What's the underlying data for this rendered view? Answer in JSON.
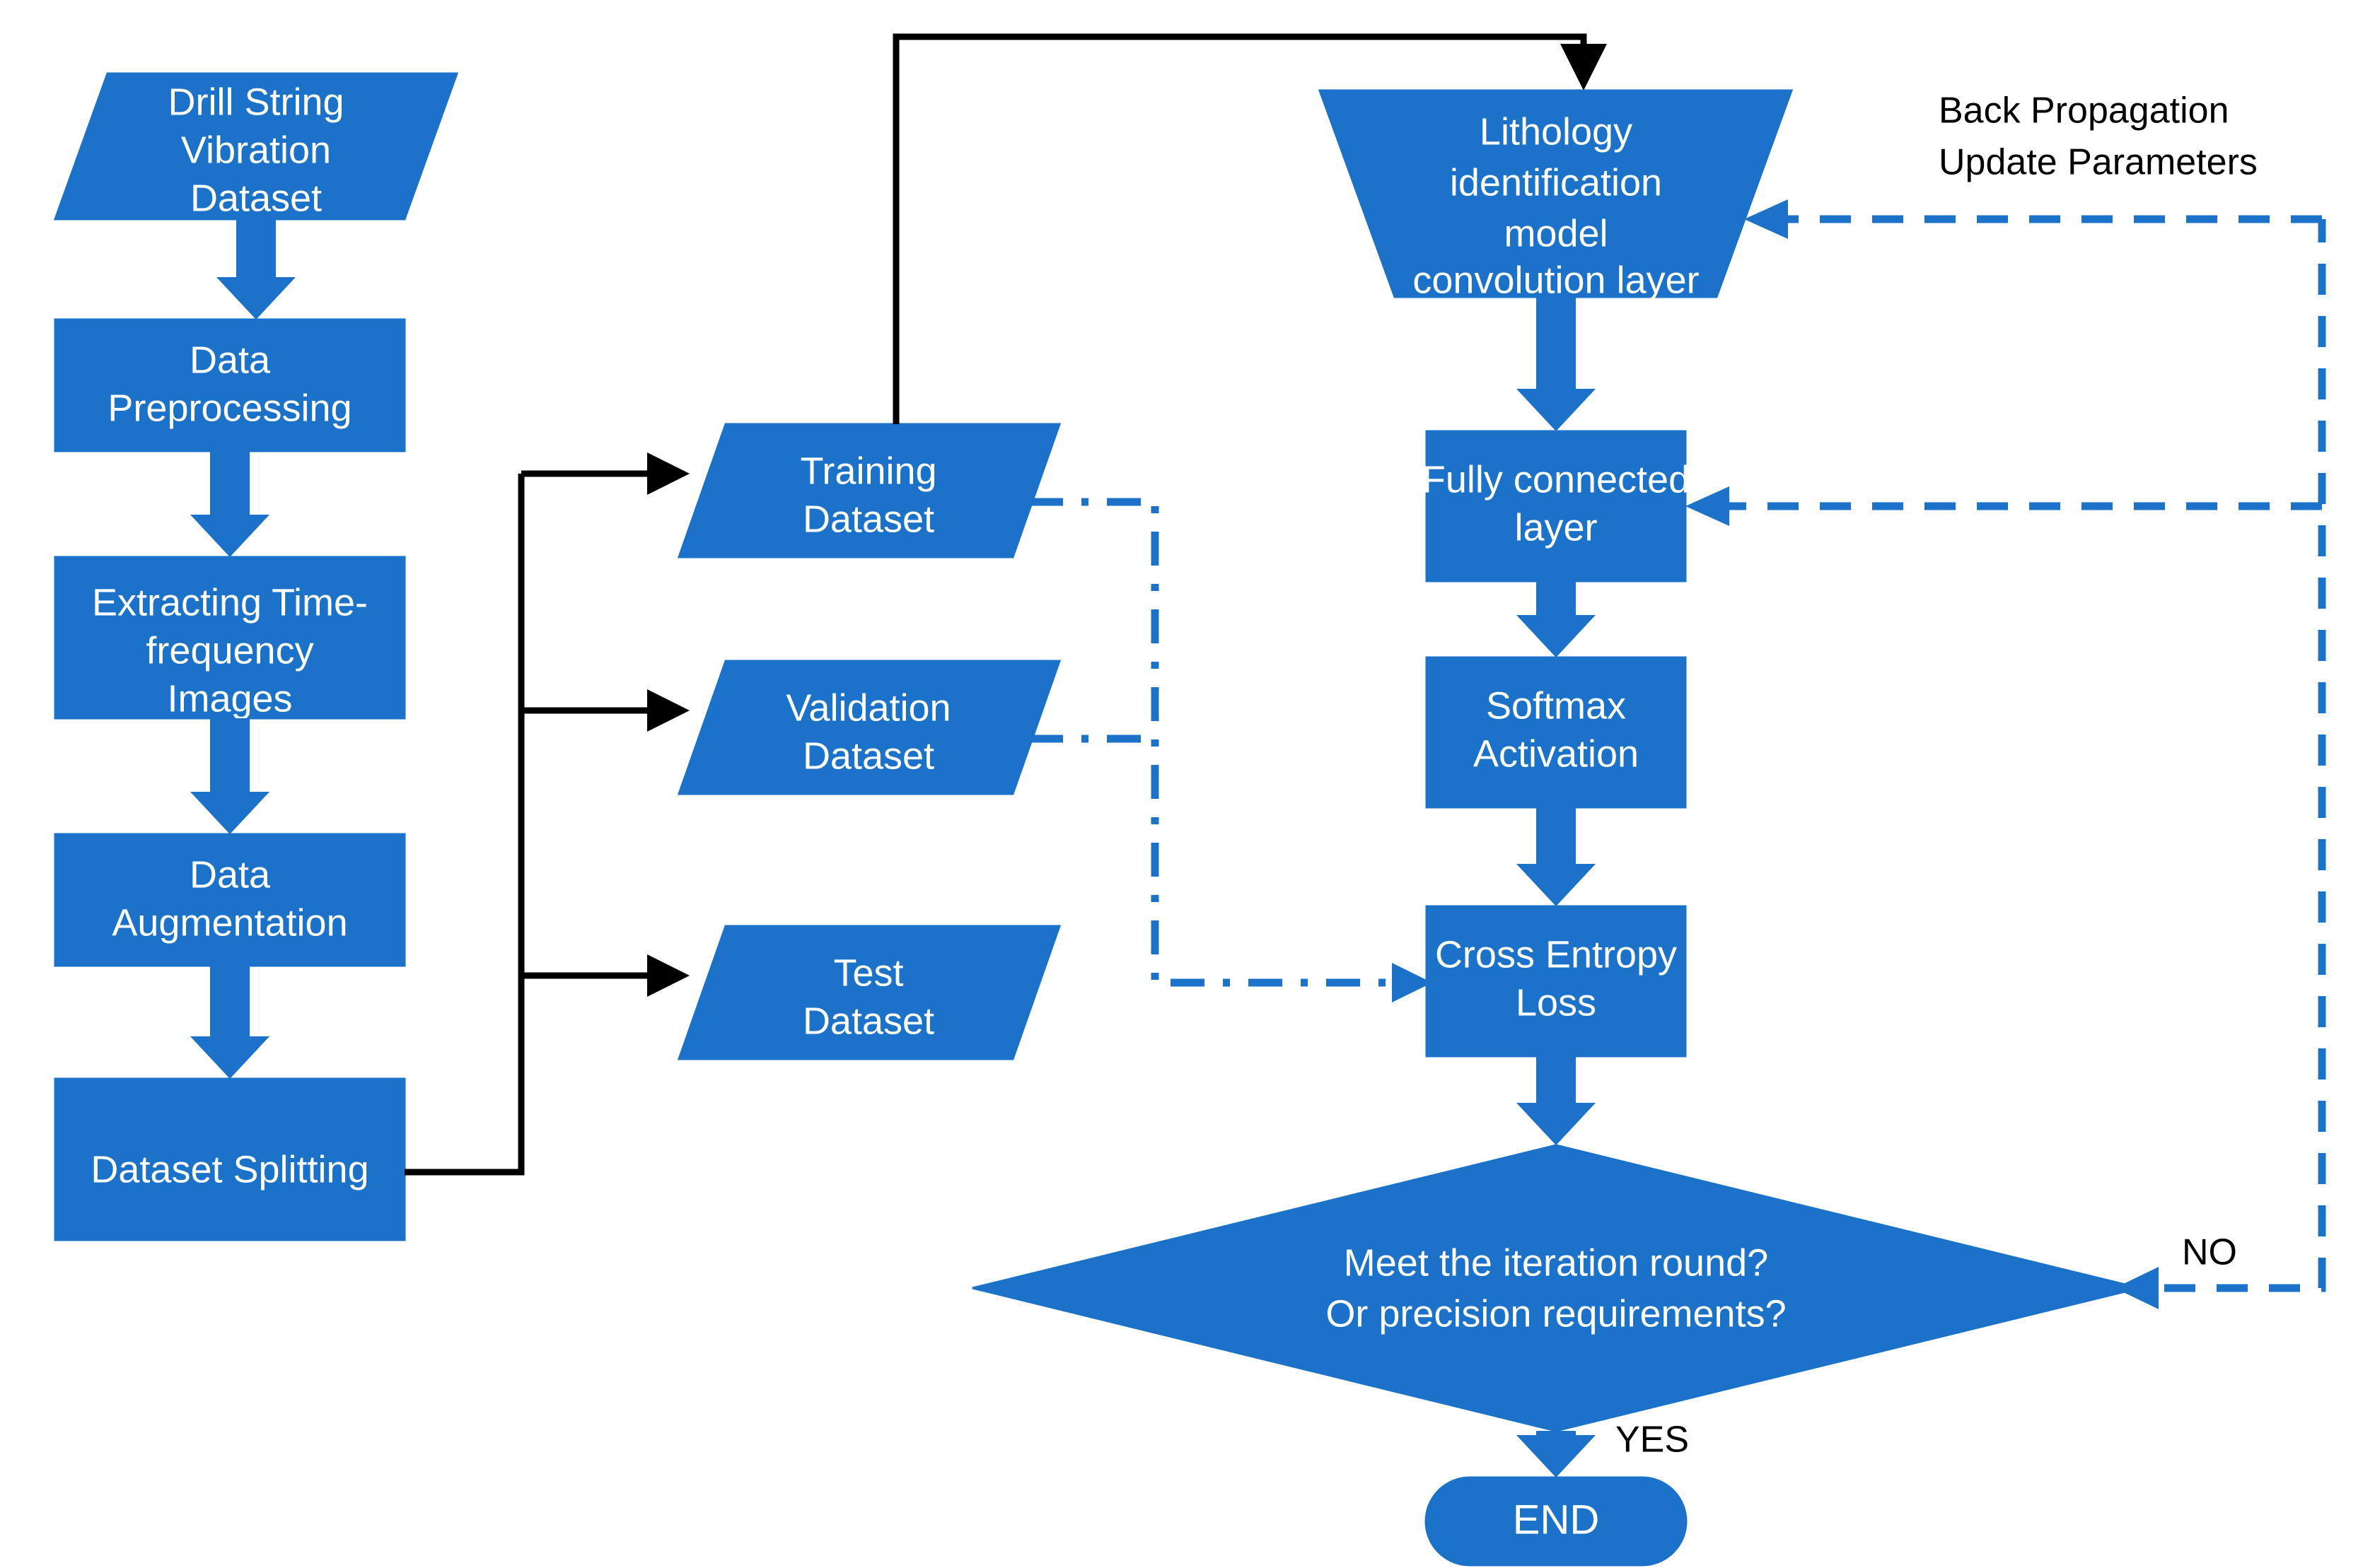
{
  "diagram": {
    "title": "Lithology identification workflow flowchart",
    "colors": {
      "node_fill": "#1b72c8",
      "node_text": "#ffffff",
      "black_connector": "#000000",
      "blue_connector": "#1b72c8",
      "background": "#ffffff"
    },
    "nodes": {
      "drill_string_vibration_dataset": {
        "label_lines": [
          "Drill String",
          "Vibration",
          "Dataset"
        ],
        "shape": "parallelogram"
      },
      "data_preprocessing": {
        "label_lines": [
          "Data",
          "Preprocessing"
        ],
        "shape": "rectangle"
      },
      "extracting_time_frequency_images": {
        "label_lines": [
          "Extracting Time-",
          "frequency",
          "Images"
        ],
        "shape": "rectangle"
      },
      "data_augmentation": {
        "label_lines": [
          "Data",
          "Augmentation"
        ],
        "shape": "rectangle"
      },
      "dataset_splitting": {
        "label_lines": [
          "Dataset Splitting"
        ],
        "shape": "rectangle"
      },
      "training_dataset": {
        "label_lines": [
          "Training",
          "Dataset"
        ],
        "shape": "parallelogram"
      },
      "validation_dataset": {
        "label_lines": [
          "Validation",
          "Dataset"
        ],
        "shape": "parallelogram"
      },
      "test_dataset": {
        "label_lines": [
          "Test",
          "Dataset"
        ],
        "shape": "parallelogram"
      },
      "lithology_identification_model_convolution_layer": {
        "label_lines": [
          "Lithology",
          "identification",
          "model",
          "convolution layer"
        ],
        "shape": "trapezoid"
      },
      "fully_connected_layer": {
        "label_lines": [
          "Fully connected",
          "layer"
        ],
        "shape": "rectangle"
      },
      "softmax_activation": {
        "label_lines": [
          "Softmax",
          "Activation"
        ],
        "shape": "rectangle"
      },
      "cross_entropy_loss": {
        "label_lines": [
          "Cross Entropy",
          "Loss"
        ],
        "shape": "rectangle"
      },
      "decision": {
        "label_lines": [
          "Meet the iteration round?",
          "Or precision requirements?"
        ],
        "shape": "diamond"
      },
      "end": {
        "label_lines": [
          "END"
        ],
        "shape": "stadium"
      }
    },
    "edge_labels": {
      "back_propagation": [
        "Back Propagation",
        "Update Parameters"
      ],
      "yes": "YES",
      "no": "NO"
    }
  }
}
